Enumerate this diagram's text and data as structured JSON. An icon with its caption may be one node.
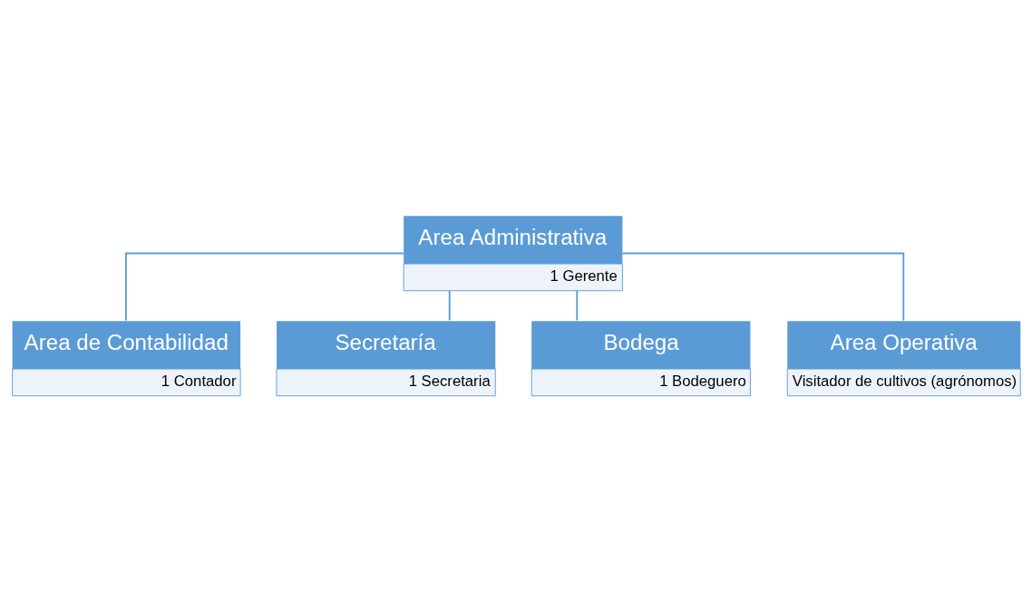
{
  "diagram": {
    "nodes": [
      {
        "text": [
          "Area Administrativa",
          "1 Gerente"
        ]
      },
      {
        "text": [
          "Area de Contabilidad",
          "1 Contador"
        ]
      },
      {
        "text": [
          "Secretaría",
          "1 Secretaria"
        ]
      },
      {
        "text": [
          "Bodega",
          "1 Bodeguero"
        ]
      },
      {
        "text": [
          "Area Operativa",
          "Visitador de cultivos (agrónomos)"
        ]
      }
    ],
    "edges": [
      {
        "from": 0,
        "to": 1,
        "arrow": "none"
      },
      {
        "from": 0,
        "to": 2,
        "arrow": "none"
      },
      {
        "from": 0,
        "to": 3,
        "arrow": "none"
      },
      {
        "from": 0,
        "to": 4,
        "arrow": "none"
      }
    ]
  }
}
